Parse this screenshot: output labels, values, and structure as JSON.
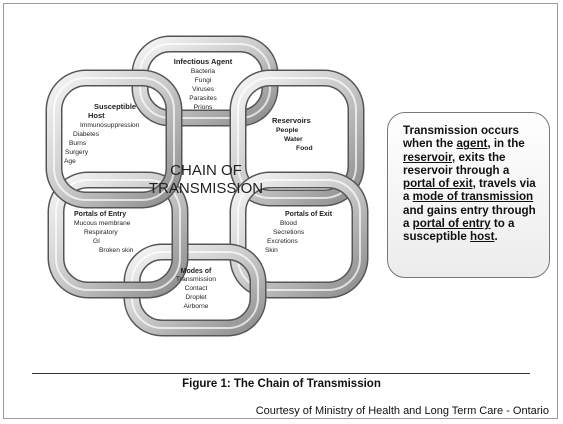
{
  "diagram": {
    "center_line1": "CHAIN OF",
    "center_line2": "TRANSMISSION",
    "agent": {
      "title": "Infectious Agent",
      "items": [
        "Bacteria",
        "Fungi",
        "Viruses",
        "Parasites",
        "Prions"
      ]
    },
    "reservoirs": {
      "title": "Reservoirs",
      "items": [
        "People",
        "Water",
        "Food"
      ]
    },
    "exit": {
      "title": "Portals of Exit",
      "items": [
        "Blood",
        "Secretions",
        "Excretions",
        "Skin"
      ]
    },
    "modes": {
      "title_line1": "Modes of",
      "title_line2": "Transmission",
      "items": [
        "Contact",
        "Droplet",
        "Airborne"
      ]
    },
    "entry": {
      "title": "Portals of Entry",
      "items": [
        "Mucous membrane",
        "Respiratory",
        "GI",
        "Broken skin"
      ]
    },
    "host": {
      "title_line1": "Susceptible",
      "title_line2": "Host",
      "items": [
        "Immunosuppression",
        "Diabetes",
        "Burns",
        "Surgery",
        "Age"
      ]
    }
  },
  "callout": {
    "p1": "Transmission occurs when the ",
    "agent": "agent",
    "p2": ", in the ",
    "reservoir": "reservoir",
    "p3": ", exits the reservoir through a ",
    "exit": "portal of exit",
    "p4": ", travels via a ",
    "mode": "mode of transmission",
    "p5": " and gains entry through a ",
    "entry": "portal of entry",
    "p6": " to a susceptible ",
    "host": "host",
    "p7": "."
  },
  "caption": "Figure 1: The Chain of Transmission",
  "credit": "Courtesy of Ministry of Health and Long Term Care - Ontario"
}
